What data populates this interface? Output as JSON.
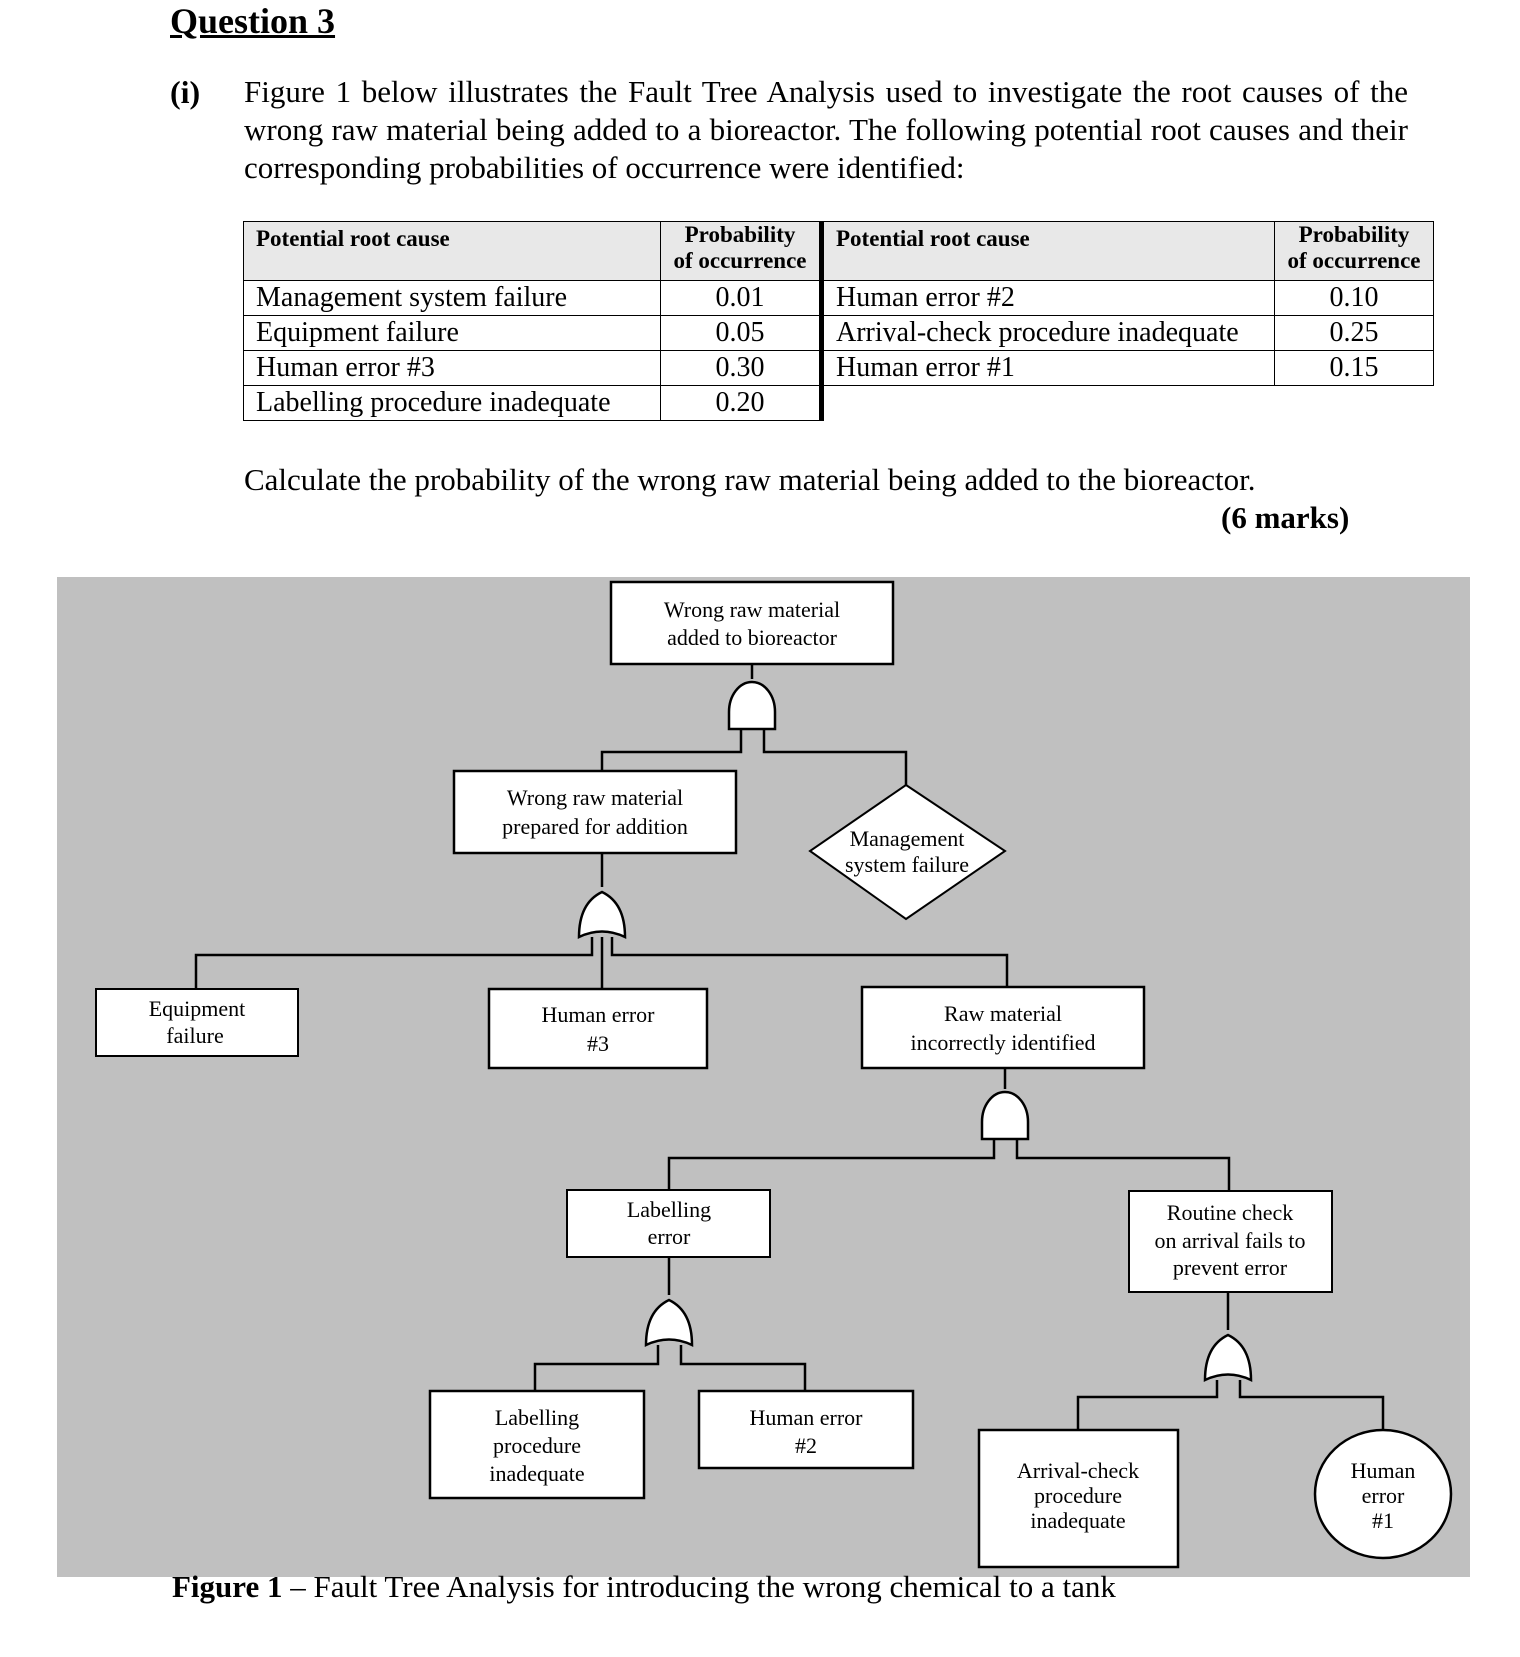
{
  "question": {
    "heading": "Question 3",
    "part_label": "(i)",
    "intro": "Figure 1 below illustrates the Fault Tree Analysis used to investigate the root causes of the wrong raw material being added to a bioreactor. The following potential root causes and their corresponding probabilities of occurrence were identified:",
    "calculate": "Calculate the probability of the wrong raw material being added to the bioreactor.",
    "marks": "(6 marks)"
  },
  "table": {
    "headers": {
      "cause": "Potential root cause",
      "prob_line1": "Probability",
      "prob_line2": "of occurrence"
    },
    "left": [
      {
        "cause": "Management system failure",
        "prob": "0.01"
      },
      {
        "cause": "Equipment failure",
        "prob": "0.05"
      },
      {
        "cause": "Human error #3",
        "prob": "0.30"
      },
      {
        "cause": "Labelling procedure inadequate",
        "prob": "0.20"
      }
    ],
    "right": [
      {
        "cause": "Human error #2",
        "prob": "0.10"
      },
      {
        "cause": "Arrival-check procedure inadequate",
        "prob": "0.25"
      },
      {
        "cause": "Human error #1",
        "prob": "0.15"
      }
    ]
  },
  "fta": {
    "top": {
      "l1": "Wrong raw material",
      "l2": "added to bioreactor"
    },
    "prepared": {
      "l1": "Wrong raw material",
      "l2": "prepared for addition"
    },
    "management": {
      "l1": "Management",
      "l2": "system failure"
    },
    "equipment": {
      "l1": "Equipment",
      "l2": "failure"
    },
    "human3": {
      "l1": "Human error",
      "l2": "#3"
    },
    "raw_incorrect": {
      "l1": "Raw material",
      "l2": "incorrectly identified"
    },
    "labelling_error": {
      "l1": "Labelling",
      "l2": "error"
    },
    "routine_check": {
      "l1": "Routine check",
      "l2": "on arrival fails to",
      "l3": "prevent error"
    },
    "labelling_proc": {
      "l1": "Labelling",
      "l2": "procedure",
      "l3": "inadequate"
    },
    "human2": {
      "l1": "Human error",
      "l2": "#2"
    },
    "arrival_check": {
      "l1": "Arrival-check",
      "l2": "procedure",
      "l3": "inadequate"
    },
    "human1": {
      "l1": "Human",
      "l2": "error",
      "l3": "#1"
    }
  },
  "caption": {
    "label": "Figure 1",
    "text": " – Fault Tree Analysis for introducing the wrong chemical to a tank"
  }
}
